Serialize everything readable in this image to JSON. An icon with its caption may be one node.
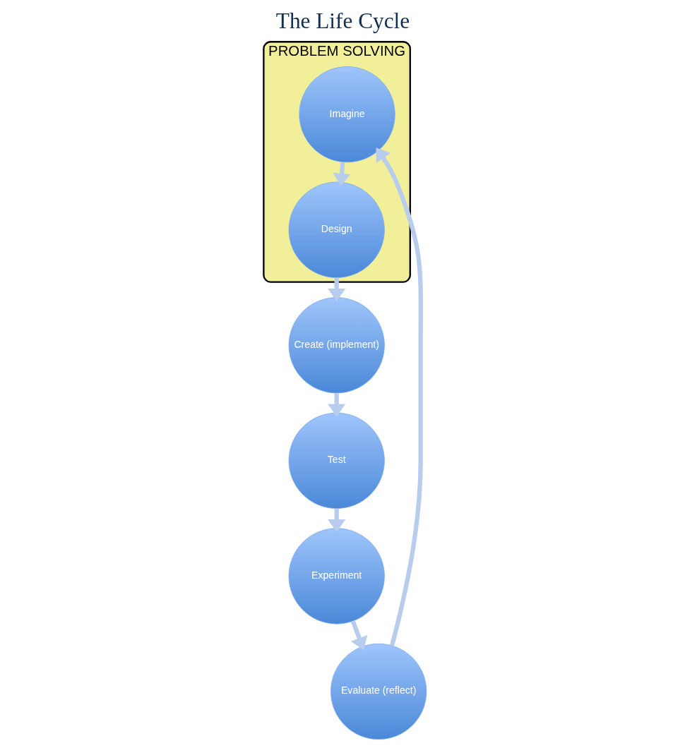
{
  "diagram": {
    "title": "The Life Cycle",
    "nodes": [
      {
        "text": [
          "PROBLEM SOLVING"
        ]
      },
      {
        "text": [
          "Imagine"
        ],
        "in": 0
      },
      {
        "text": [
          "Design"
        ],
        "in": 0
      },
      {
        "text": [
          "Create (implement)"
        ]
      },
      {
        "text": [
          "Test"
        ]
      },
      {
        "text": [
          "Experiment"
        ]
      },
      {
        "text": [
          "Evaluate (reflect)"
        ]
      }
    ],
    "edges": [
      {
        "from": 1,
        "to": 2,
        "arrow": "to"
      },
      {
        "from": 2,
        "to": 3,
        "arrow": "to"
      },
      {
        "from": 3,
        "to": 4,
        "arrow": "to"
      },
      {
        "from": 4,
        "to": 5,
        "arrow": "to"
      },
      {
        "from": 5,
        "to": 6,
        "arrow": "to"
      },
      {
        "from": 6,
        "to": 1,
        "arrow": "to"
      }
    ]
  }
}
